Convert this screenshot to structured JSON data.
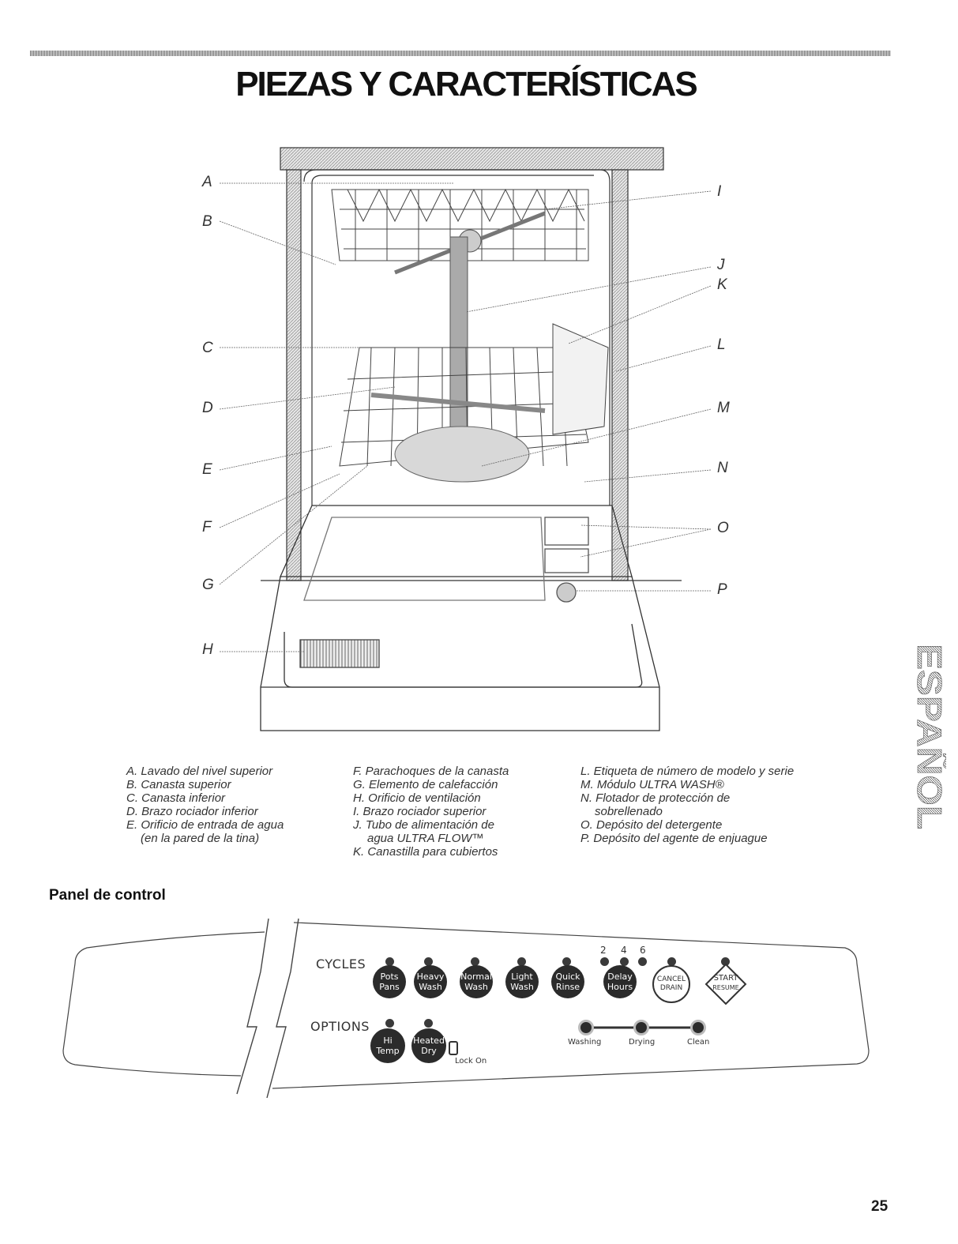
{
  "page": {
    "title": "PIEZAS Y CARACTERÍSTICAS",
    "side_tab": "ESPAÑOL",
    "page_number": "25"
  },
  "callouts": [
    "A",
    "B",
    "C",
    "D",
    "E",
    "F",
    "G",
    "H",
    "I",
    "J",
    "K",
    "L",
    "M",
    "N",
    "O",
    "P"
  ],
  "legend": {
    "col1": [
      "A. Lavado del nivel superior",
      "B. Canasta superior",
      "C. Canasta inferior",
      "D. Brazo rociador inferior",
      "E. Orificio de entrada de agua",
      "(en la pared de la tina)"
    ],
    "col2": [
      "F. Parachoques de la canasta",
      "G. Elemento de calefacción",
      "H. Orificio de ventilación",
      "I. Brazo rociador superior",
      "J. Tubo de alimentación de",
      "agua ULTRA FLOW™",
      "K. Canastilla para cubiertos"
    ],
    "col3": [
      "L. Etiqueta de número de modelo y serie",
      "M. Módulo ULTRA WASH®",
      "N. Flotador de protección de",
      "sobrellenado",
      "O. Depósito del detergente",
      "P. Depósito del agente de enjuague"
    ]
  },
  "control_panel": {
    "section_title": "Panel de control",
    "cycles_label": "CYCLES",
    "options_label": "OPTIONS",
    "cycle_buttons": [
      {
        "line1": "Pots",
        "line2": "Pans"
      },
      {
        "line1": "Heavy",
        "line2": "Wash"
      },
      {
        "line1": "Normal",
        "line2": "Wash"
      },
      {
        "line1": "Light",
        "line2": "Wash"
      },
      {
        "line1": "Quick",
        "line2": "Rinse"
      },
      {
        "line1": "Delay",
        "line2": "Hours"
      }
    ],
    "delay_hours": [
      "2",
      "4",
      "6"
    ],
    "cancel": {
      "line1": "CANCEL",
      "line2": "DRAIN"
    },
    "start": {
      "line1": "START",
      "line2": "RESUME"
    },
    "option_buttons": [
      {
        "line1": "Hi",
        "line2": "Temp"
      },
      {
        "line1": "Heated",
        "line2": "Dry"
      }
    ],
    "lock_label": "Lock On",
    "status": [
      "Washing",
      "Drying",
      "Clean"
    ]
  },
  "colors": {
    "ink": "#1a1a1a",
    "button": "#2b2b2b",
    "hatch": "#bbbbbb"
  }
}
